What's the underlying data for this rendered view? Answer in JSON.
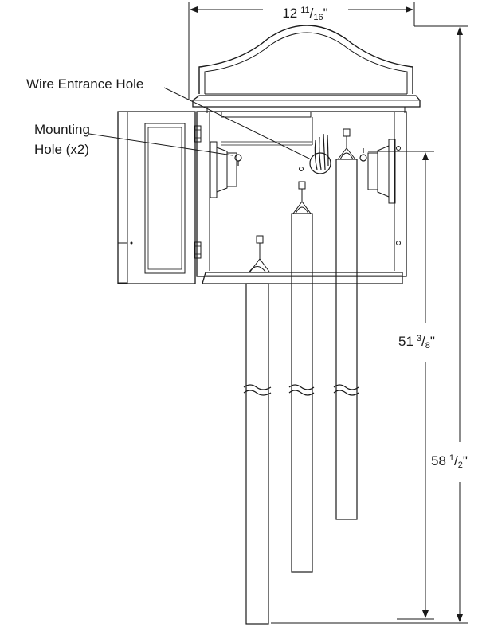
{
  "labels": {
    "wire_entrance_hole": "Wire Entrance Hole",
    "mounting_hole_line1": "Mounting",
    "mounting_hole_line2": "Hole (x2)"
  },
  "dimensions": {
    "width": {
      "whole": "12",
      "numerator": "11",
      "denominator": "16",
      "unit": "\""
    },
    "inner_height": {
      "whole": "51",
      "numerator": "3",
      "denominator": "8",
      "unit": "\""
    },
    "total_height": {
      "whole": "58",
      "numerator": "1",
      "denominator": "2",
      "unit": "\""
    }
  }
}
